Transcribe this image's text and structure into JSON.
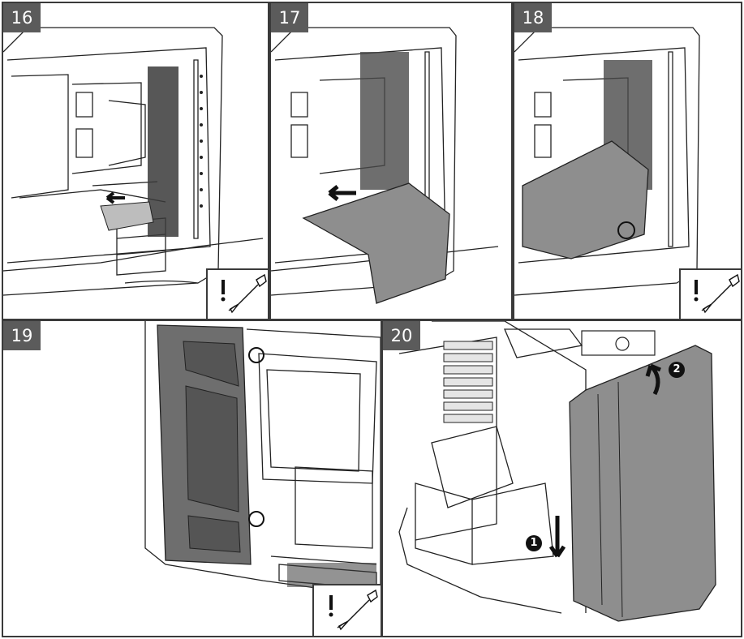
{
  "steps": [
    {
      "number": "16",
      "tool_icon": "screwdriver-icon",
      "warning_icon": "exclamation-icon"
    },
    {
      "number": "17"
    },
    {
      "number": "18",
      "tool_icon": "screwdriver-icon",
      "warning_icon": "exclamation-icon"
    },
    {
      "number": "19",
      "tool_icon": "screwdriver-icon",
      "warning_icon": "exclamation-icon"
    },
    {
      "number": "20",
      "callouts": [
        "1",
        "2"
      ]
    }
  ],
  "colors": {
    "frame": "#3a3a3a",
    "label_bg": "#5b5b5b",
    "shroud": "#8e8e8e",
    "panel_dark": "#6e6e6e",
    "line": "#222222"
  }
}
